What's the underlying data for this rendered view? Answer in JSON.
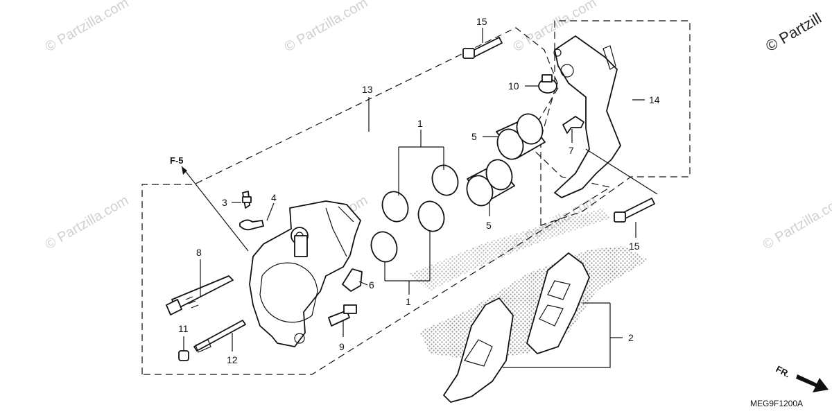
{
  "watermarks": {
    "brand": "© Partzilla.com",
    "corner": "© Partzill"
  },
  "diagram_code": "MEG9F1200A",
  "reference": "F-5",
  "direction": "FR.",
  "callouts": [
    {
      "id": "c1a",
      "text": "1"
    },
    {
      "id": "c1b",
      "text": "1"
    },
    {
      "id": "c2",
      "text": "2"
    },
    {
      "id": "c3",
      "text": "3"
    },
    {
      "id": "c4",
      "text": "4"
    },
    {
      "id": "c5a",
      "text": "5"
    },
    {
      "id": "c5b",
      "text": "5"
    },
    {
      "id": "c6",
      "text": "6"
    },
    {
      "id": "c7",
      "text": "7"
    },
    {
      "id": "c8",
      "text": "8"
    },
    {
      "id": "c9",
      "text": "9"
    },
    {
      "id": "c10",
      "text": "10"
    },
    {
      "id": "c11",
      "text": "11"
    },
    {
      "id": "c12",
      "text": "12"
    },
    {
      "id": "c13",
      "text": "13"
    },
    {
      "id": "c14",
      "text": "14"
    },
    {
      "id": "c15a",
      "text": "15"
    },
    {
      "id": "c15b",
      "text": "15"
    }
  ],
  "callout_map": {
    "c1a": "1",
    "c1b": "1",
    "c2": "2",
    "c3": "3",
    "c4": "4",
    "c5a": "5",
    "c5b": "5",
    "c6": "6",
    "c7": "7",
    "c8": "8",
    "c9": "9",
    "c10": "10",
    "c11": "11",
    "c12": "12",
    "c13": "13",
    "c14": "14",
    "c15a": "15",
    "c15b": "15"
  }
}
